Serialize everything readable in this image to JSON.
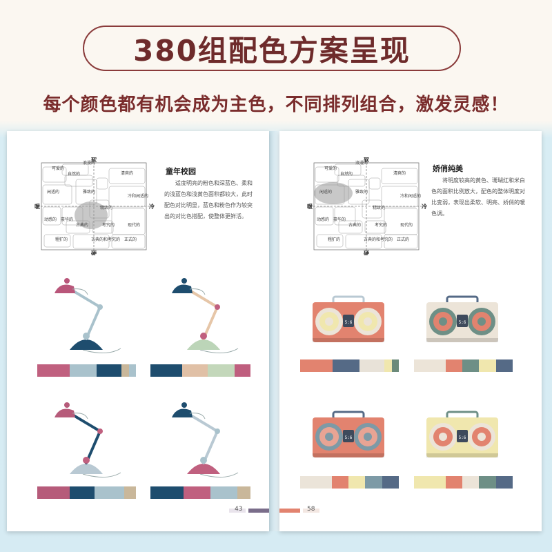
{
  "banner": {
    "title": "380组配色方案呈现"
  },
  "subtitle": "每个颜色都有机会成为主色，不同排列组合，激发灵感！",
  "left_page": {
    "section_title": "童年校园",
    "description": "适度明亮的粉色和深蓝色、柔和的浅蓝色和浅黄色面积都较大，此时配色对比明显，蓝色和粉色作为较突出的对比色搭配，使整体更鲜活。",
    "page_number": "43",
    "palettes": [
      [
        "#c0607f",
        "#a9c2cc",
        "#1e4d6e",
        "#c9b79a",
        "#a9c2cc"
      ],
      [
        "#1e4d6e",
        "#e0c0a6",
        "#c3d7ba",
        "#bf5e7e"
      ],
      [
        "#b65b7a",
        "#1e4d6e",
        "#a9c2cc",
        "#c9b79a"
      ],
      [
        "#1e4d6e",
        "#c0607f",
        "#a9c2cc",
        "#c9b79a"
      ]
    ],
    "lamps": [
      {
        "shade": "#b9567a",
        "arm": "#a9c2cc",
        "base": "#1e4d6e",
        "joint": "#a9c2cc"
      },
      {
        "shade": "#1e4d6e",
        "arm": "#e6c6a8",
        "base": "#bcd5b8",
        "joint": "#c0607f"
      },
      {
        "shade": "#b65b7a",
        "arm": "#1e4d6e",
        "base": "#b9c9d3",
        "joint": "#c0607f"
      },
      {
        "shade": "#1e4d6e",
        "arm": "#b9c9d3",
        "base": "#c0607f",
        "joint": "#a9c2cc"
      }
    ]
  },
  "right_page": {
    "section_title": "娇俏纯美",
    "description": "将明度较高的黄色、珊瑚红和米白色的面积比例放大，配色的整体明度对比变弱，表现出柔软、明亮、娇俏的暖色调。",
    "page_number": "58",
    "palettes": [
      [
        "#e2836f",
        "#556a86",
        "#e8e2d8",
        "#f0e7ae",
        "#6b8a7a"
      ],
      [
        "#ece4d8",
        "#e2836f",
        "#6e8f86",
        "#f0e7ae",
        "#556a86"
      ],
      [
        "#ebe4d9",
        "#e2836f",
        "#f0e7ae",
        "#7d9aa6",
        "#556a86"
      ],
      [
        "#f0e7ae",
        "#e2836f",
        "#ece4d8",
        "#6e8f86",
        "#556a86"
      ]
    ],
    "radio_display": "5:6",
    "radios": [
      {
        "body": "#e2836f",
        "speaker": "#f0e7ae",
        "ring": "#ece4d8",
        "handle": "#b9c9d3"
      },
      {
        "body": "#ece4d8",
        "speaker": "#e2836f",
        "ring": "#6e8f86",
        "handle": "#556a86"
      },
      {
        "body": "#e2836f",
        "speaker": "#e8a494",
        "ring": "#7d9aa6",
        "handle": "#556a86"
      },
      {
        "body": "#f0e7ae",
        "speaker": "#e2836f",
        "ring": "#ece4d8",
        "handle": "#6e8f86"
      }
    ]
  },
  "matrix": {
    "axis": {
      "top": "软",
      "bottom": "硬",
      "left": "暖",
      "right": "冷"
    },
    "labels": [
      "浪漫的",
      "可爱的",
      "自然的",
      "清爽的",
      "闲适的",
      "雅致的",
      "冷和闲适的",
      "动感的",
      "豪华的",
      "精致的",
      "古典的",
      "考究的",
      "现代的",
      "粗犷的",
      "古典的和考究的",
      "正式的"
    ]
  }
}
